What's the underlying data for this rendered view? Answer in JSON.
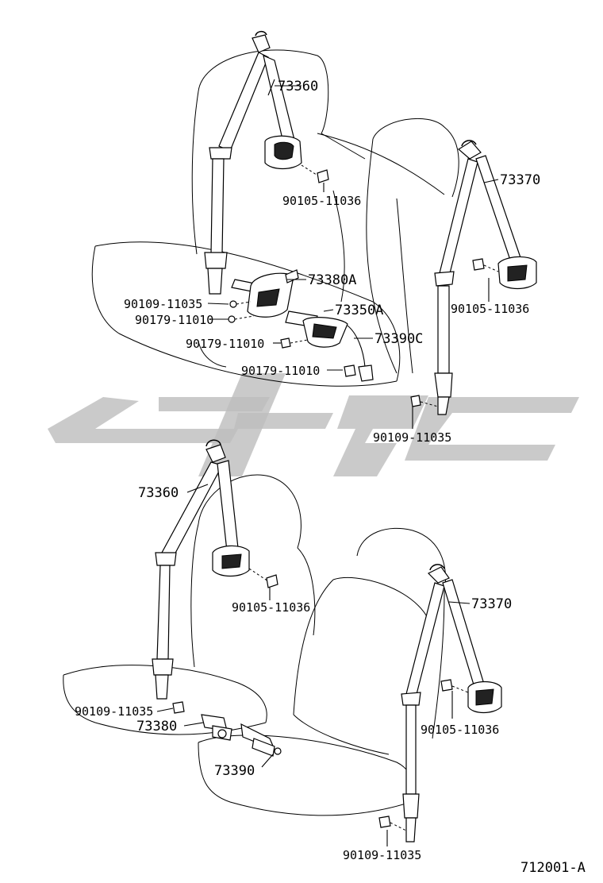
{
  "diagram_id": "712001-A",
  "labels": {
    "rear_73360": "73360",
    "rear_73370": "73370",
    "rear_73380a": "73380A",
    "rear_73350a": "73350A",
    "rear_73390c": "73390C",
    "rear_90105_a": "90105-11036",
    "rear_90105_b": "90105-11036",
    "rear_90109_a": "90109-11035",
    "rear_90179_a": "90179-11010",
    "rear_90179_b": "90179-11010",
    "rear_90179_c": "90179-11010",
    "rear_90109_b": "90109-11035",
    "front_73360": "73360",
    "front_73370": "73370",
    "front_90105_a": "90105-11036",
    "front_90105_b": "90105-11036",
    "front_90109_a": "90109-11035",
    "front_73380": "73380",
    "front_73390": "73390",
    "front_90109_b": "90109-11035"
  }
}
